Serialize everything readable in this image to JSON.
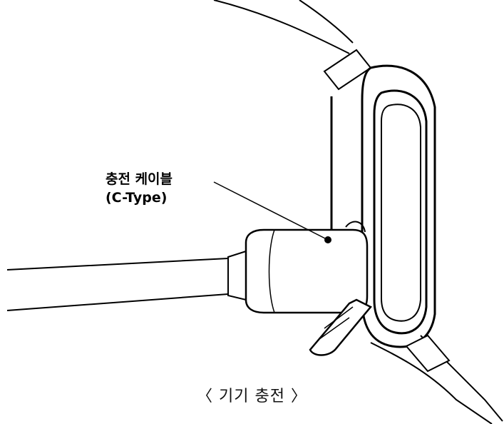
{
  "callout": {
    "line1": "충전 케이블",
    "line2": "(C-Type)"
  },
  "caption": "〈 기기 충전 〉",
  "colors": {
    "line": "#000000",
    "background": "#ffffff"
  }
}
